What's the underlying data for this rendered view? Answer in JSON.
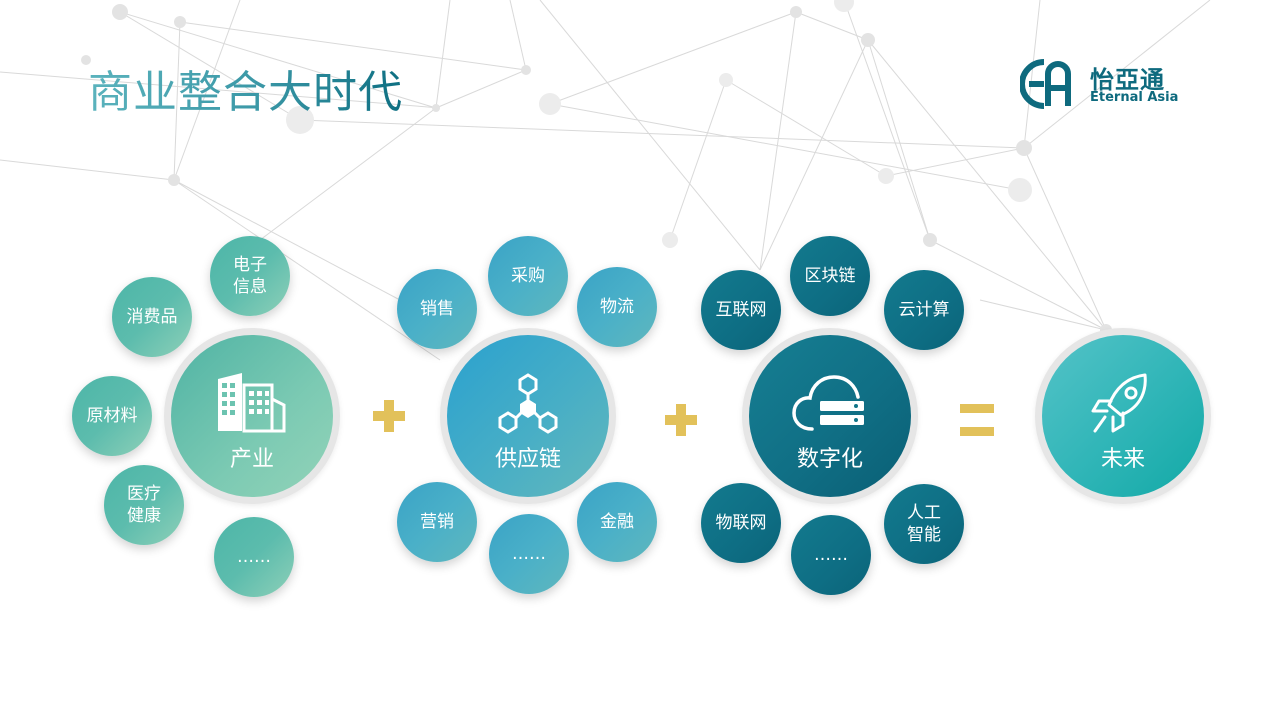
{
  "title": "商业整合大时代",
  "logo": {
    "name_cn": "怡亞通",
    "name_en": "Eternal Asia",
    "brand_color": "#0e6a7e"
  },
  "accent_color": "#e2c15a",
  "groups": [
    {
      "label": "产业",
      "icon": "building-icon",
      "satellites": [
        "电子\n信息",
        "消费品",
        "原材料",
        "医疗\n健康",
        "……"
      ]
    },
    {
      "label": "供应链",
      "icon": "hexagon-network-icon",
      "satellites": [
        "销售",
        "采购",
        "物流",
        "营销",
        "……",
        "金融"
      ]
    },
    {
      "label": "数字化",
      "icon": "cloud-server-icon",
      "satellites": [
        "互联网",
        "区块链",
        "云计算",
        "物联网",
        "……",
        "人工\n智能"
      ]
    },
    {
      "label": "未来",
      "icon": "rocket-icon",
      "satellites": []
    }
  ],
  "operators": [
    "plus",
    "plus",
    "equals"
  ]
}
